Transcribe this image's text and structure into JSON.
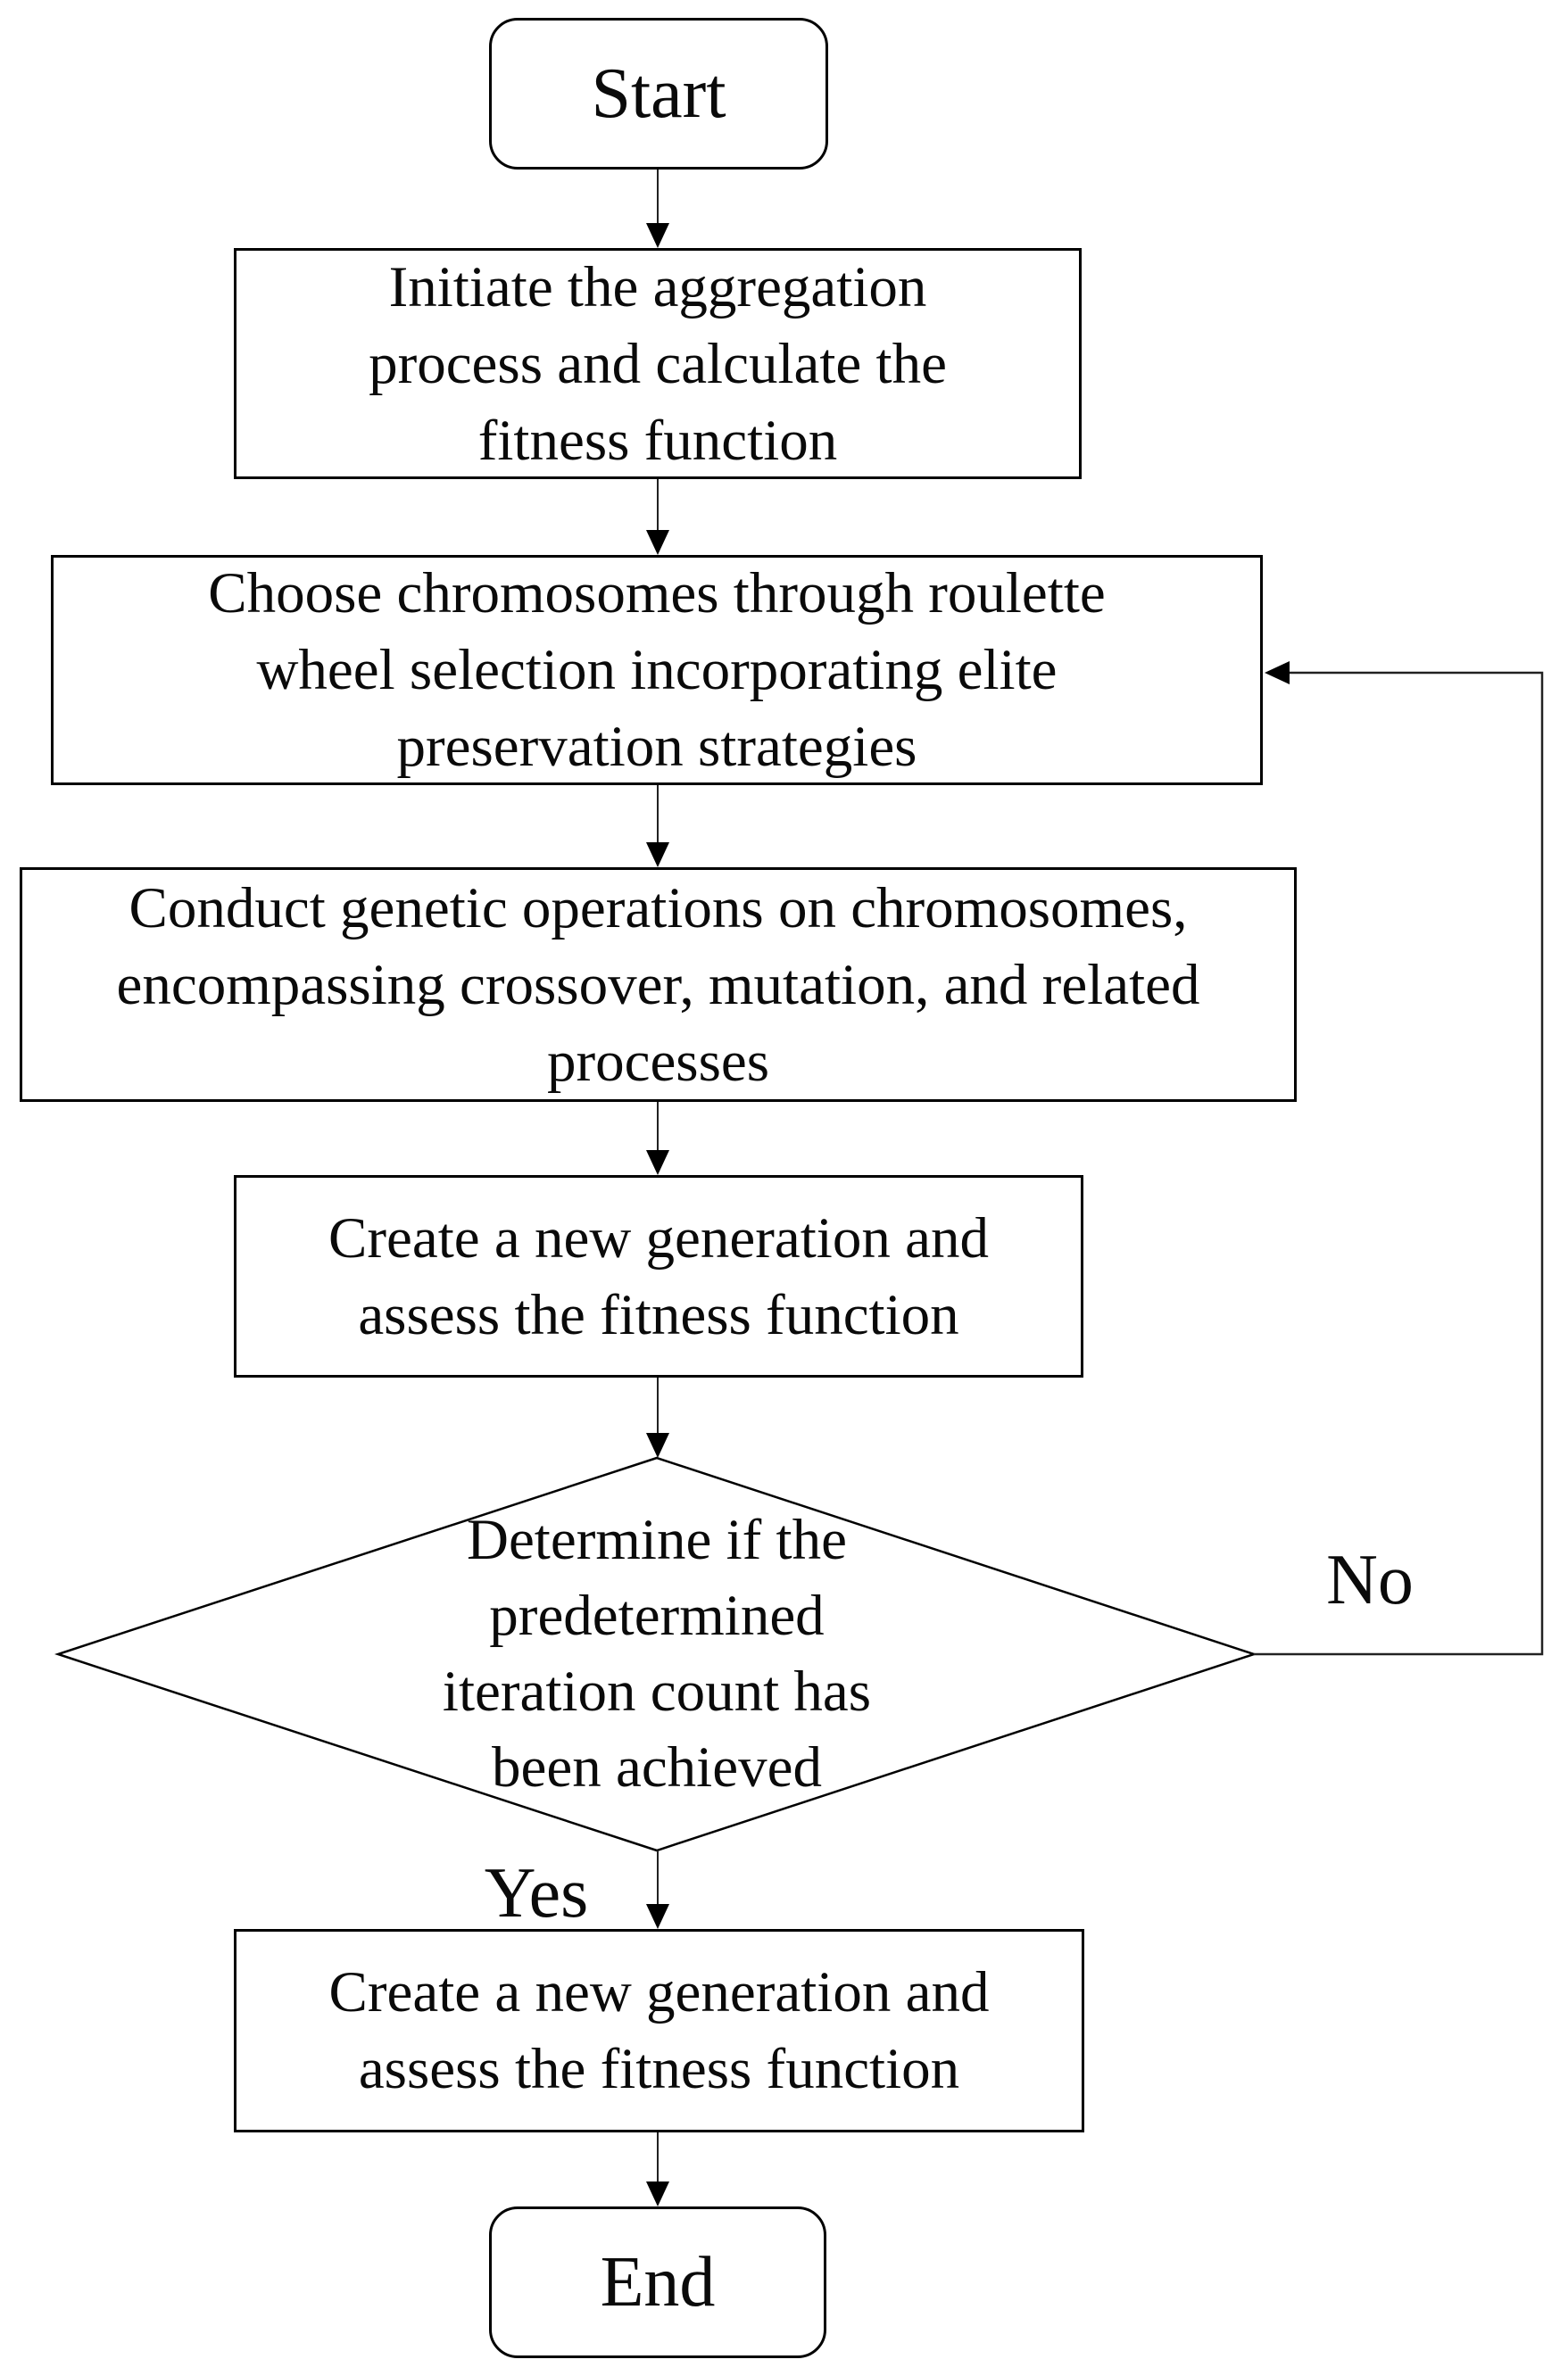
{
  "diagram": {
    "nodes": {
      "start": "Start",
      "initiate": "Initiate the aggregation\nprocess and calculate the\nfitness function",
      "choose": "Choose chromosomes through roulette\nwheel selection incorporating elite\npreservation strategies",
      "genetic_ops": "Conduct genetic operations on chromosomes,\nencompassing crossover, mutation, and related\nprocesses",
      "new_generation": "Create a new generation and\nassess the fitness function",
      "decision": "Determine if the\npredetermined\niteration count has\nbeen achieved",
      "new_generation_2": "Create a new generation and\nassess the fitness function",
      "end": "End"
    },
    "branch_labels": {
      "yes": "Yes",
      "no": "No"
    },
    "colors": {
      "shape_stroke": "#000000",
      "connector_stroke": "#222222",
      "background": "#ffffff",
      "text": "#0a0a0a"
    }
  }
}
